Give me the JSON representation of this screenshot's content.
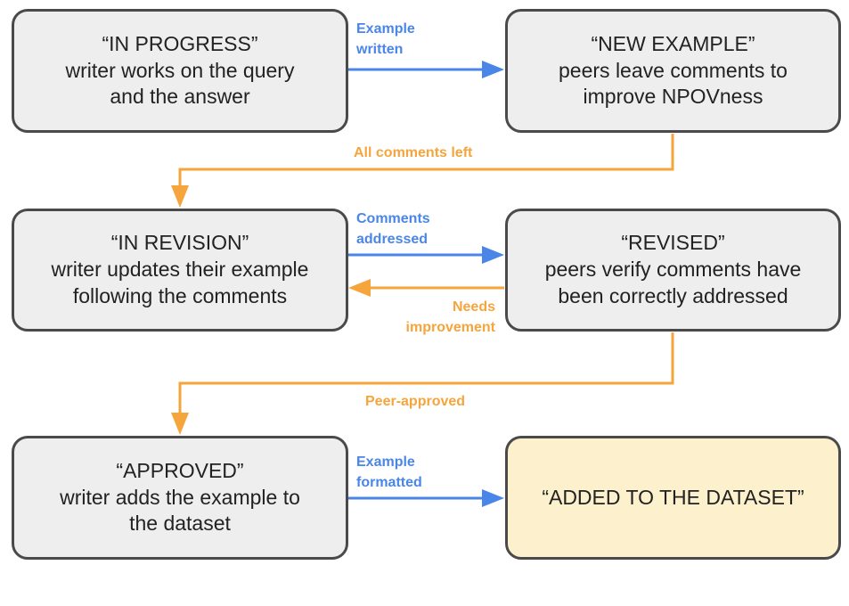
{
  "colors": {
    "forward_arrow": "#4a86e8",
    "back_arrow": "#f6a43c",
    "box_fill": "#eeeeee",
    "box_border": "#4a4a4a",
    "final_box_fill": "#fdf0cc"
  },
  "nodes": {
    "in_progress": {
      "title": "“IN PROGRESS”",
      "desc_1": "writer works on the query",
      "desc_2": "and the answer"
    },
    "new_example": {
      "title": "“NEW EXAMPLE”",
      "desc_1": "peers leave comments to",
      "desc_2": "improve NPOVness"
    },
    "in_revision": {
      "title": "“IN REVISION”",
      "desc_1": "writer updates their example",
      "desc_2": "following the comments"
    },
    "revised": {
      "title": "“REVISED”",
      "desc_1": "peers verify comments have",
      "desc_2": "been correctly addressed"
    },
    "approved": {
      "title": "“APPROVED”",
      "desc_1": "writer adds the example to",
      "desc_2": "the dataset"
    },
    "added": {
      "title": "“ADDED TO THE DATASET”"
    }
  },
  "edges": {
    "example_written": {
      "line_1": "Example",
      "line_2": "written"
    },
    "all_comments_left": {
      "line_1": "All comments left"
    },
    "comments_addressed": {
      "line_1": "Comments",
      "line_2": "addressed"
    },
    "needs_improvement": {
      "line_1": "Needs",
      "line_2": "improvement"
    },
    "peer_approved": {
      "line_1": "Peer-approved"
    },
    "example_formatted": {
      "line_1": "Example",
      "line_2": "formatted"
    }
  }
}
